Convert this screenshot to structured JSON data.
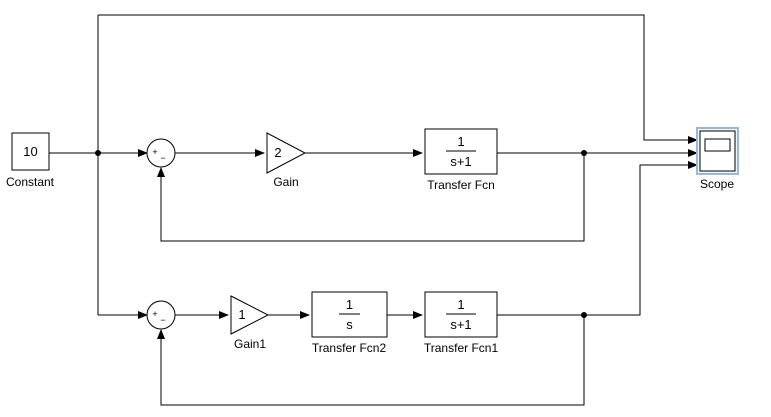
{
  "model": {
    "constant": {
      "value": "10",
      "label": "Constant"
    },
    "sum_top": {
      "signs": [
        "+",
        "−"
      ]
    },
    "sum_bottom": {
      "signs": [
        "+",
        "−"
      ]
    },
    "gain": {
      "value": "2",
      "label": "Gain"
    },
    "gain1": {
      "value": "1",
      "label": "Gain1"
    },
    "transfer_fcn": {
      "num": "1",
      "den": "s+1",
      "label": "Transfer Fcn"
    },
    "transfer_fcn1": {
      "num": "1",
      "den": "s+1",
      "label": "Transfer Fcn1"
    },
    "transfer_fcn2": {
      "num": "1",
      "den": "s",
      "label": "Transfer Fcn2"
    },
    "scope": {
      "label": "Scope"
    }
  },
  "colors": {
    "line": "#000000",
    "block_border": "#000000",
    "scope_frame": "#9ab8d8",
    "scope_fill": "#f2f6fa"
  }
}
